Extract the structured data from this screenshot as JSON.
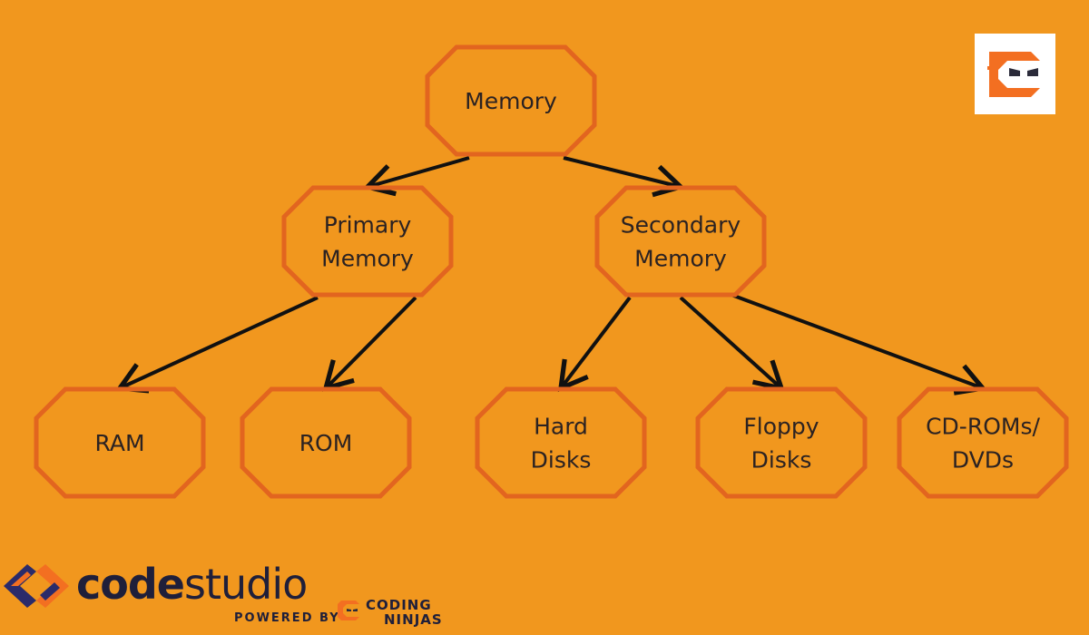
{
  "diagram": {
    "nodes": {
      "memory": {
        "lines": [
          "Memory"
        ]
      },
      "primary": {
        "lines": [
          "Primary",
          "Memory"
        ]
      },
      "secondary": {
        "lines": [
          "Secondary",
          "Memory"
        ]
      },
      "ram": {
        "lines": [
          "RAM"
        ]
      },
      "rom": {
        "lines": [
          "ROM"
        ]
      },
      "hard": {
        "lines": [
          "Hard",
          "Disks"
        ]
      },
      "floppy": {
        "lines": [
          "Floppy",
          "Disks"
        ]
      },
      "cdrom": {
        "lines": [
          "CD-ROMs/",
          "DVDs"
        ]
      }
    },
    "edges": [
      [
        "memory",
        "primary"
      ],
      [
        "memory",
        "secondary"
      ],
      [
        "primary",
        "ram"
      ],
      [
        "primary",
        "rom"
      ],
      [
        "secondary",
        "hard"
      ],
      [
        "secondary",
        "floppy"
      ],
      [
        "secondary",
        "cdrom"
      ]
    ]
  },
  "brand": {
    "word_bold": "code",
    "word_light": "studio",
    "powered_by": "POWERED BY",
    "cn_line1": "CODING",
    "cn_line2": "NINJAS"
  },
  "colors": {
    "background": "#f1971e",
    "node_border": "#e2651f",
    "text": "#2b2222",
    "arrow": "#111111",
    "brand_dark": "#1f1f3a"
  },
  "icons": {
    "top_right_logo": "coding-ninjas-logo-icon",
    "brand_mark": "codestudio-chevron-icon"
  }
}
